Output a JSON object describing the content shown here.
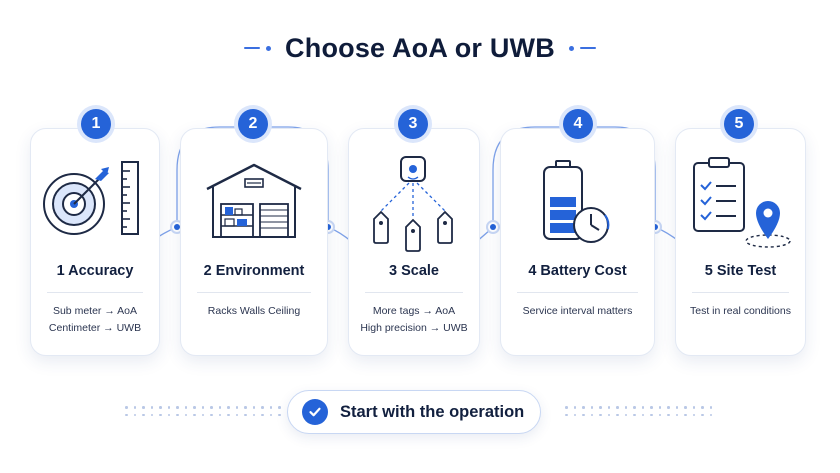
{
  "title": "Choose AoA or UWB",
  "accent": "#2563d8",
  "steps": [
    {
      "number": "1",
      "heading": "1  Accuracy",
      "icon": "target-ruler-icon",
      "lines": [
        "Sub meter → AoA",
        "Centimeter → UWB"
      ]
    },
    {
      "number": "2",
      "heading": "2  Environment",
      "icon": "warehouse-icon",
      "lines": [
        "Racks Walls Ceiling"
      ]
    },
    {
      "number": "3",
      "heading": "3  Scale",
      "icon": "anchor-tags-icon",
      "lines": [
        "More tags → AoA",
        "High precision → UWB"
      ]
    },
    {
      "number": "4",
      "heading": "4  Battery Cost",
      "icon": "battery-clock-icon",
      "lines": [
        "Service interval matters"
      ]
    },
    {
      "number": "5",
      "heading": "5  Site Test",
      "icon": "checklist-pin-icon",
      "lines": [
        "Test in real conditions"
      ]
    }
  ],
  "cta": {
    "label": "Start with the operation",
    "icon": "checkmark-icon"
  }
}
